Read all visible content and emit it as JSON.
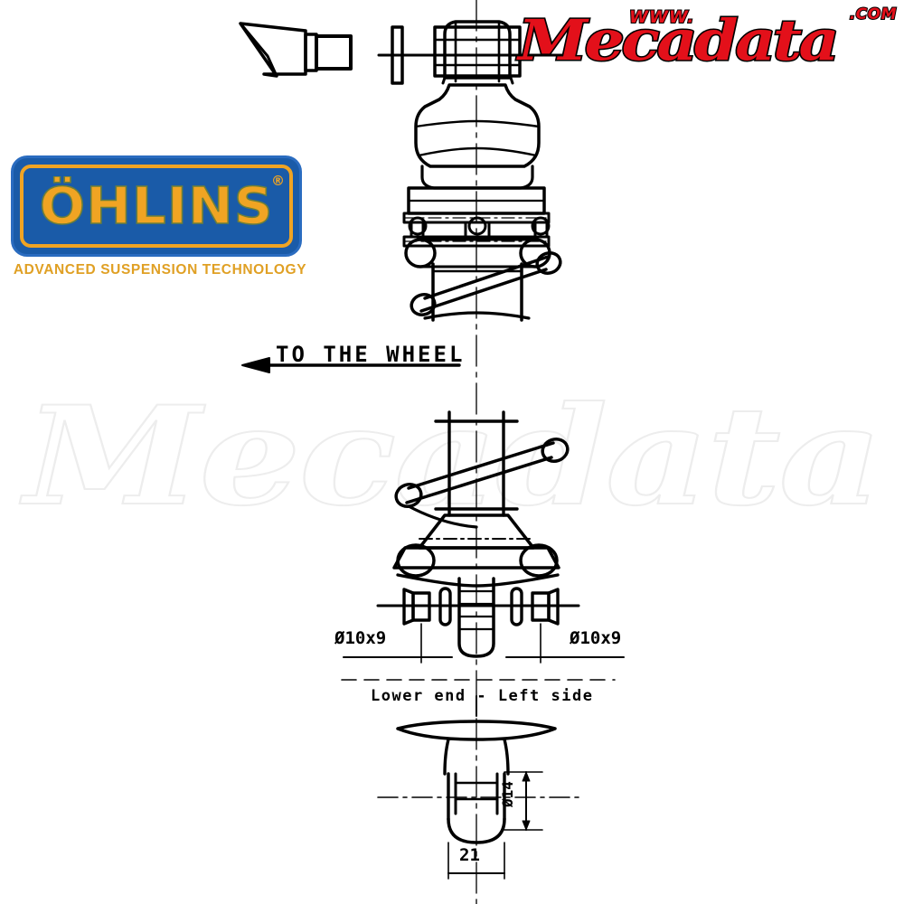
{
  "page": {
    "title": "Ohlins suspension damper technical drawing",
    "background_color": "#ffffff"
  },
  "watermark": {
    "text": "Mecadata",
    "color": "#ededed"
  },
  "ohlins_logo": {
    "wordmark": "ÖHLINS",
    "registered_mark": "®",
    "tagline": "ADVANCED SUSPENSION TECHNOLOGY",
    "box_color": "#1a5ba8",
    "accent_color": "#f0a423",
    "tagline_color": "#e0a024"
  },
  "mecadata_logo": {
    "wordmark": "Mecadata",
    "prefix": "WWW.",
    "suffix": ".COM",
    "color": "#e3101a",
    "outline_color": "#000000"
  },
  "drawing": {
    "line_color": "#000000",
    "annotations": {
      "direction_note": "TO THE WHEEL",
      "bush_left": "Ø10x9",
      "bush_right": "Ø10x9",
      "section_caption": "Lower end - Left side",
      "width_dimension": "21",
      "diameter_dimension": "Ø14"
    },
    "parts": [
      {
        "name": "top-mount-bracket-detail",
        "label": ""
      },
      {
        "name": "upper-mount-nut",
        "label": ""
      },
      {
        "name": "bump-stop-bellows",
        "label": ""
      },
      {
        "name": "upper-spring-seat",
        "label": ""
      },
      {
        "name": "coil-spring-upper",
        "label": ""
      },
      {
        "name": "damper-body",
        "label": ""
      },
      {
        "name": "coil-spring-lower",
        "label": ""
      },
      {
        "name": "lower-spring-seat",
        "label": ""
      },
      {
        "name": "lower-mount-bushings",
        "label": ""
      },
      {
        "name": "lower-end-fork-view",
        "label": ""
      }
    ]
  }
}
